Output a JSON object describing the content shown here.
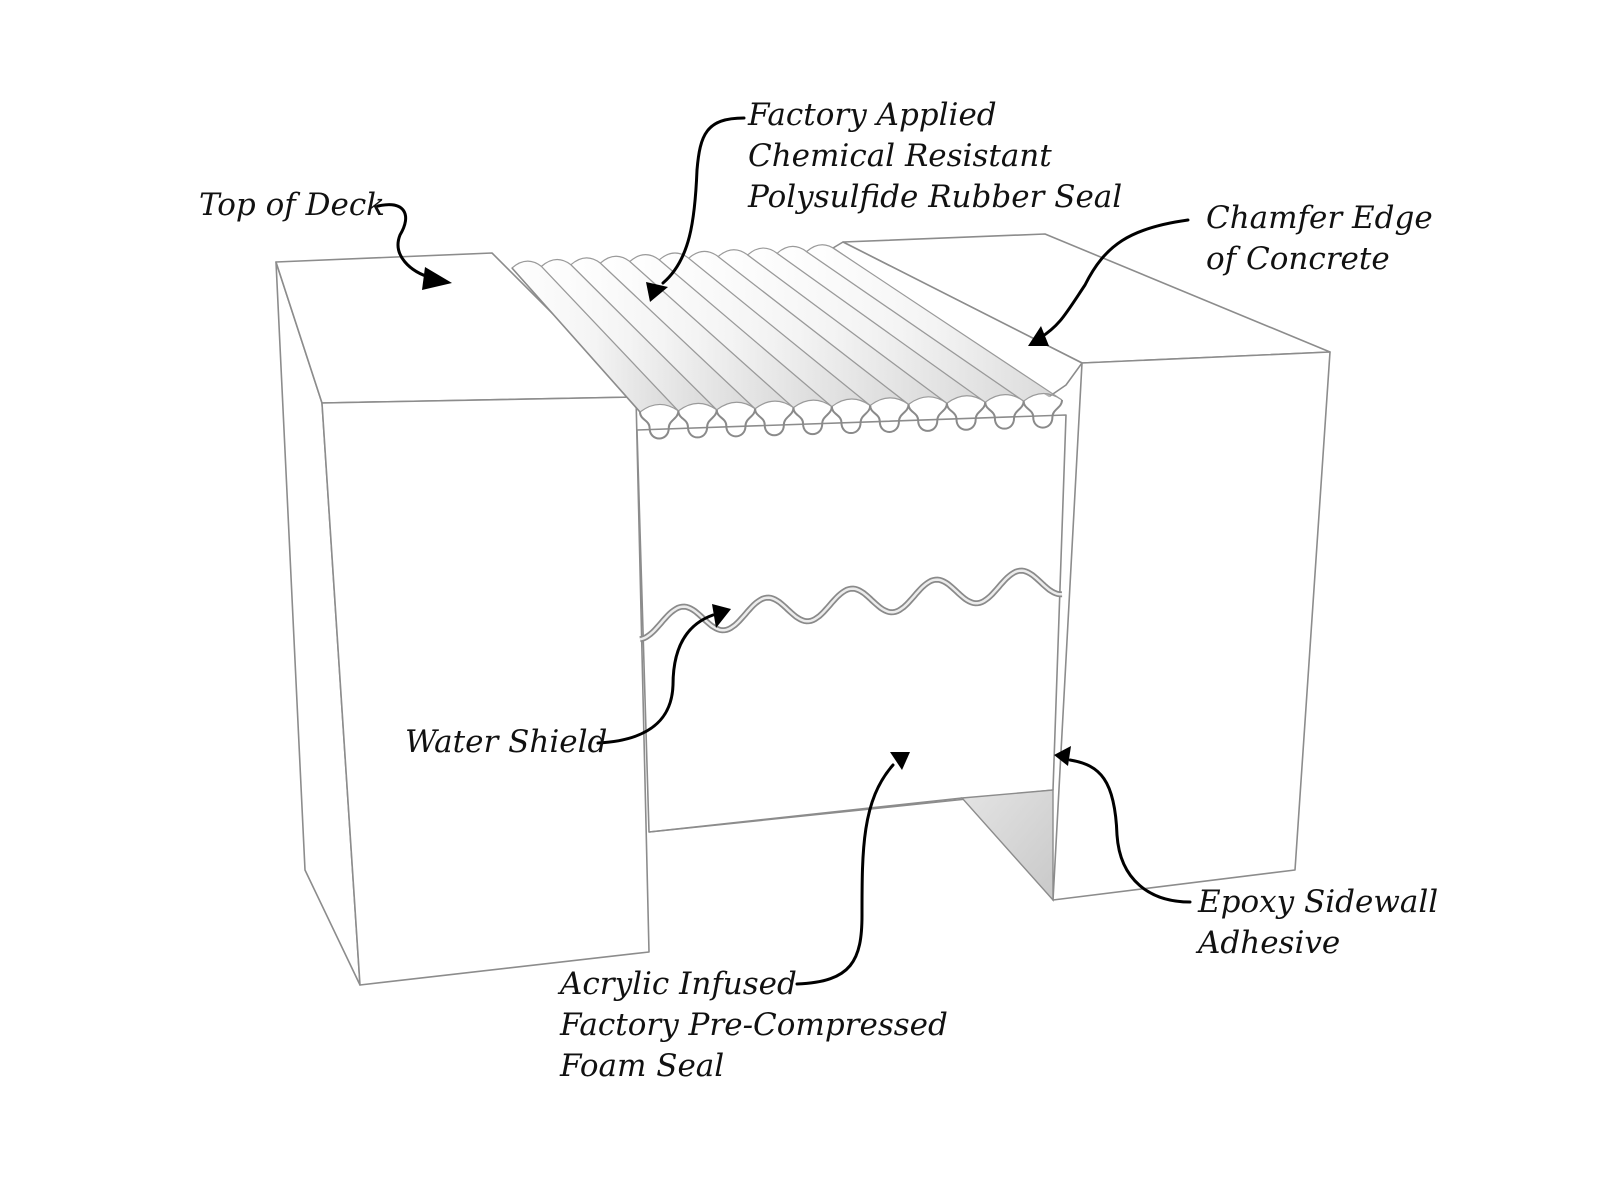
{
  "diagram": {
    "title": "Expansion joint seal cross-section",
    "labels": {
      "top_of_deck": [
        "Top of Deck"
      ],
      "rubber_seal": [
        "Factory Applied",
        "Chemical Resistant",
        "Polysulfide Rubber Seal"
      ],
      "chamfer_edge": [
        "Chamfer Edge",
        "of Concrete"
      ],
      "water_shield": [
        "Water Shield"
      ],
      "foam_seal": [
        "Acrylic Infused",
        "Factory Pre-Compressed",
        "Foam Seal"
      ],
      "epoxy_adhesive": [
        "Epoxy Sidewall",
        "Adhesive"
      ]
    },
    "components": [
      "left-concrete-block",
      "right-concrete-block",
      "polysulfide-rubber-seal",
      "chamfer-edge",
      "water-shield",
      "foam-seal",
      "epoxy-sidewall-adhesive"
    ],
    "colors": {
      "line": "#8c8c8c",
      "callout": "#000000",
      "shade": "#d4d4d4",
      "background": "#ffffff"
    }
  }
}
